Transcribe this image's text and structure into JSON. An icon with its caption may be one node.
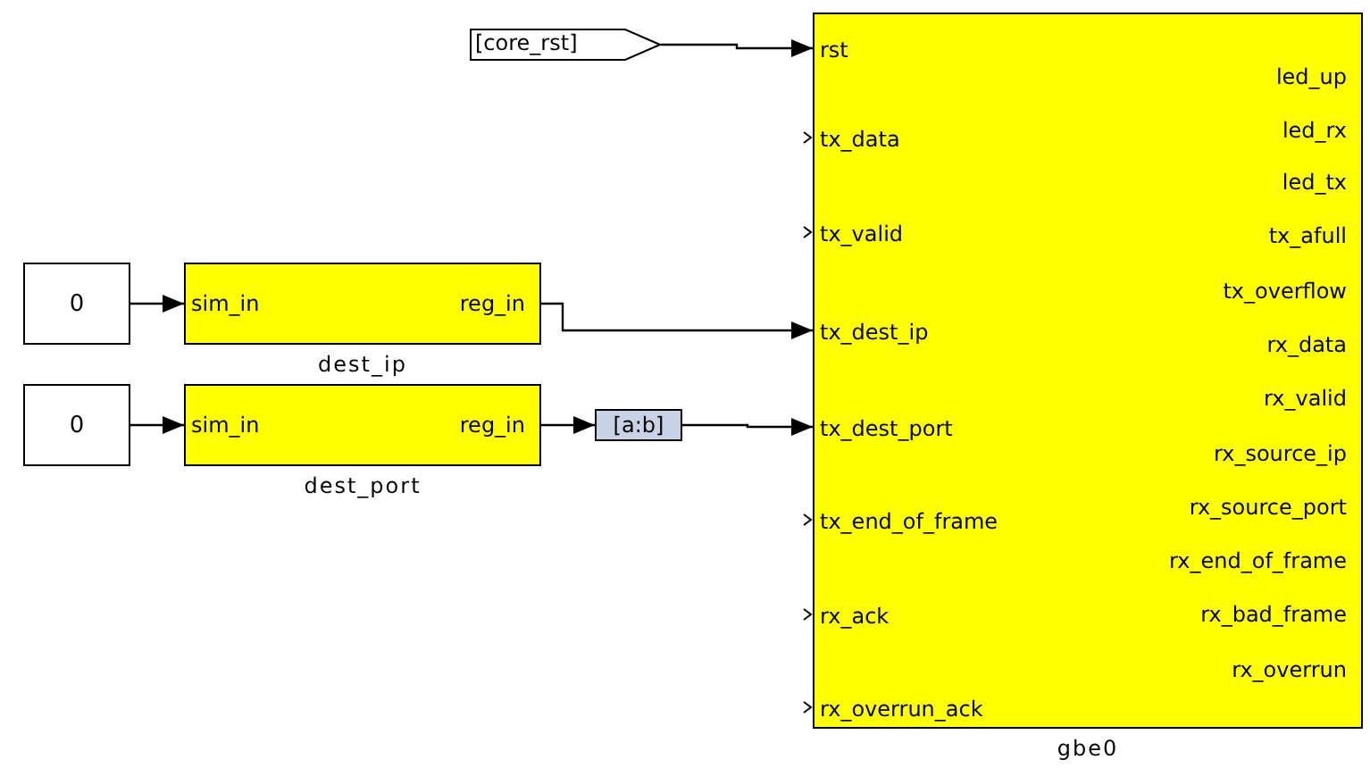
{
  "diagram": {
    "nodes": [
      {
        "text": [
          "0"
        ]
      },
      {
        "text": [
          "sim_in",
          "reg_in"
        ],
        "beside": [
          "dest_ip"
        ]
      },
      {
        "text": [
          "0"
        ]
      },
      {
        "text": [
          "sim_in",
          "reg_in"
        ],
        "beside": [
          "dest_port"
        ]
      },
      {
        "text": [
          "[a:b]"
        ]
      },
      {
        "text": [
          "[core_rst]"
        ]
      },
      {
        "text": [
          "rst",
          "tx_data",
          "tx_valid",
          "tx_dest_ip",
          "tx_dest_port",
          "tx_end_of_frame",
          "rx_ack",
          "rx_overrun_ack",
          "led_up",
          "led_rx",
          "led_tx",
          "tx_afull",
          "tx_overflow",
          "rx_data",
          "rx_valid",
          "rx_source_ip",
          "rx_source_port",
          "rx_end_of_frame",
          "rx_bad_frame",
          "rx_overrun"
        ],
        "beside": [
          "gbe0"
        ]
      }
    ],
    "edges": [
      {
        "from": 0,
        "to": 1,
        "arrow": "to"
      },
      {
        "from": 1,
        "to": 6,
        "arrow": "to"
      },
      {
        "from": 2,
        "to": 3,
        "arrow": "to"
      },
      {
        "from": 3,
        "to": 4,
        "arrow": "to"
      },
      {
        "from": 4,
        "to": 6,
        "arrow": "to"
      },
      {
        "from": 5,
        "to": 6,
        "arrow": "to"
      }
    ]
  }
}
